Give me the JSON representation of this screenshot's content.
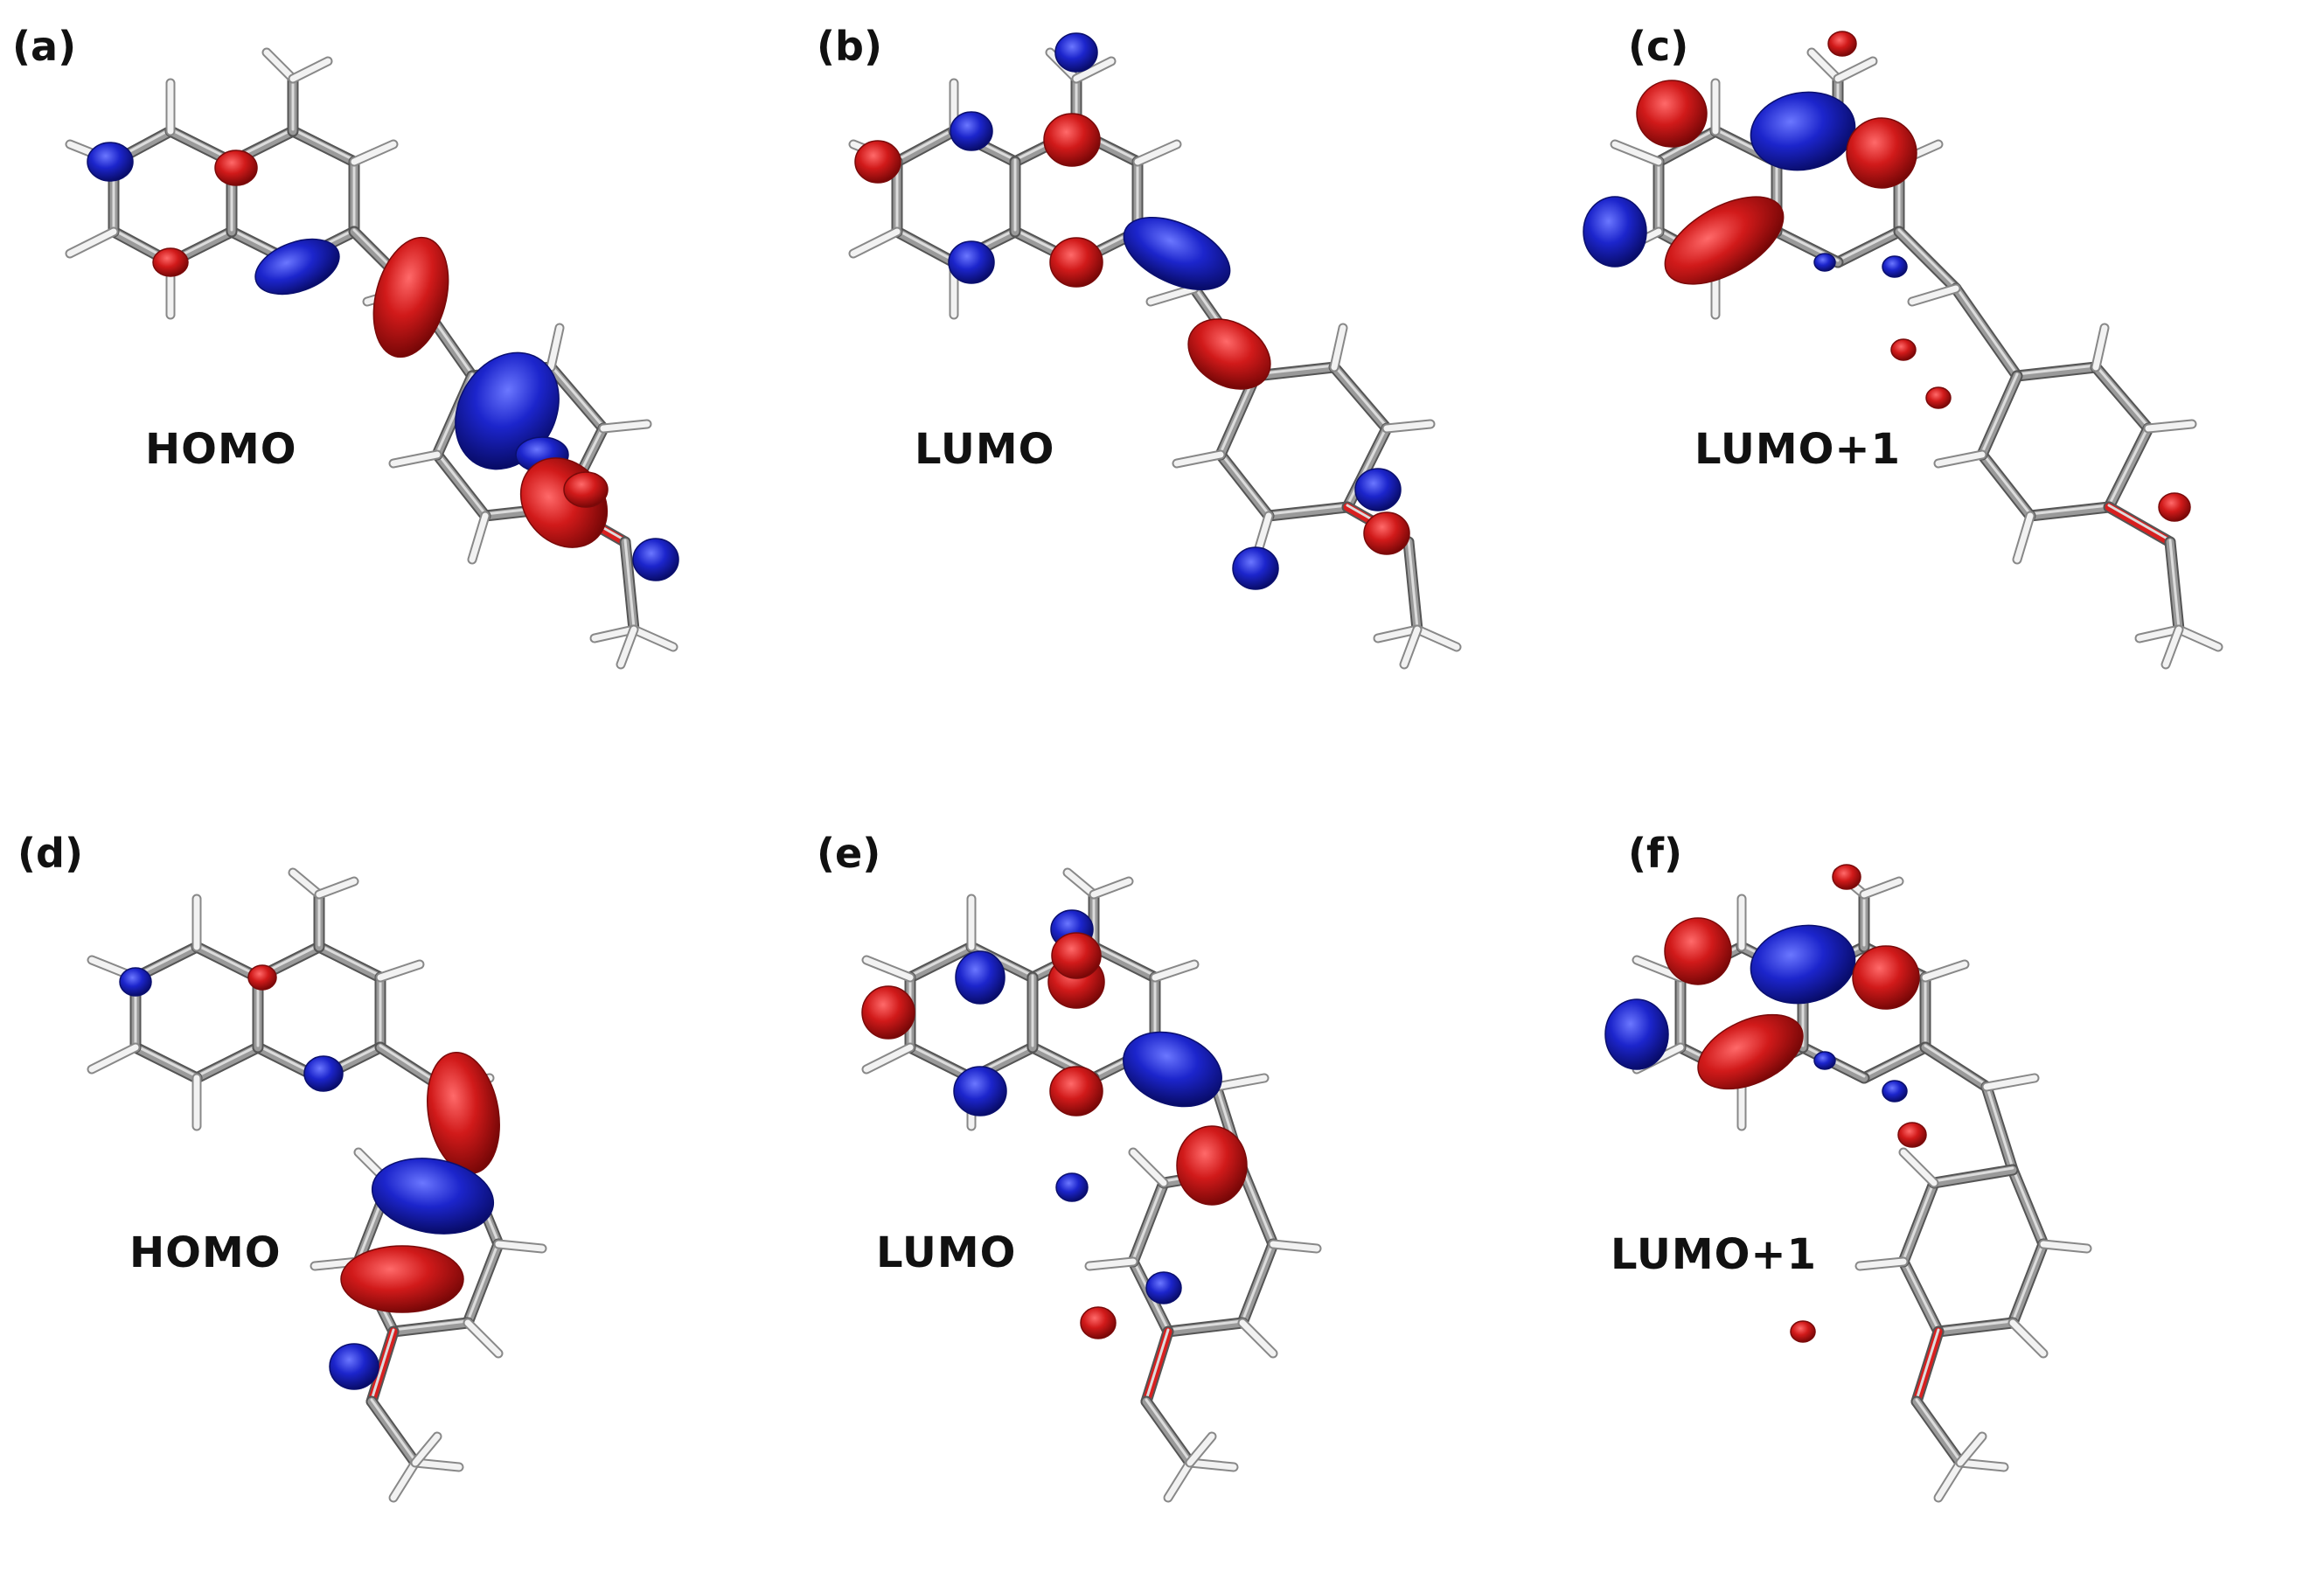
{
  "colors": {
    "bond": "#9a9a9a",
    "hydrogen": "#f2f2f2",
    "nitrogen": "#1f2fd8",
    "oxygen": "#d81f1f",
    "lobe_pos": "#d11a1a",
    "lobe_neg": "#1c25cc"
  },
  "panels": [
    {
      "label": "(a)",
      "orbital": "HOMO"
    },
    {
      "label": "(b)",
      "orbital": "LUMO"
    },
    {
      "label": "(c)",
      "orbital": "LUMO+1"
    },
    {
      "label": "(d)",
      "orbital": "HOMO"
    },
    {
      "label": "(e)",
      "orbital": "LUMO"
    },
    {
      "label": "(f)",
      "orbital": "LUMO+1"
    }
  ]
}
